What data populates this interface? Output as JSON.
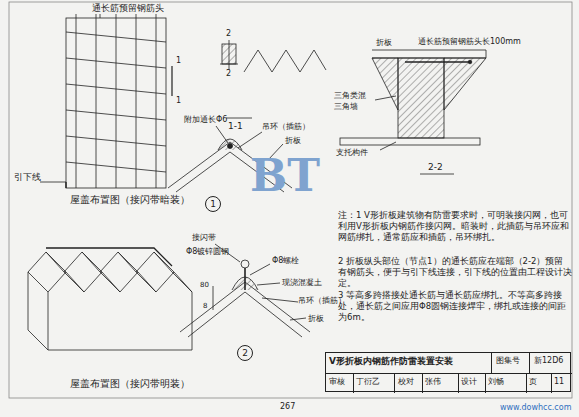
{
  "diagram": {
    "nodes": [
      {
        "text": [
          "V形折板内钢筋作防雷装置安装",
          "图集号",
          "新12D6",
          "审核",
          "丁衍乙",
          "校对",
          "张伟",
          "设计",
          "刘畅",
          "页",
          "11"
        ]
      },
      {
        "text": [
          "1"
        ]
      },
      {
        "text": [
          "2"
        ]
      }
    ],
    "labels": [
      "通长筋预留钢筋头",
      "2",
      "2",
      "1",
      "1",
      "1-1",
      "引下线",
      "屋盖布置图（接闪带暗装）",
      "折板",
      "通长筋预留钢筋头长100mm",
      "三角类混",
      "三角墙",
      "支托构件",
      "2-2",
      "附加通长Φ6",
      "吊环（插筋）",
      "折板",
      "接闪带",
      "Φ8镀锌圆钢",
      "Φ8螺栓",
      "现浇混凝土",
      "80",
      "8",
      "吊环（插筋）",
      "折板",
      "屋盖布置图（接闪带明装）",
      "注：1 V形折板建筑物有防雷要求时，可明装接闪网，也可利用V形折板内钢筋作接闪网。暗装时，此插筋与吊环应和网筋绑扎，通常筋应和插筋，吊环绑扎。",
      "2 折板纵头部位（节点1）的通长筋应在端部（2-2）预留有钢筋头，便于与引下线连接，引下线的位置由工程设计决定。",
      "3 等高多跨搭接处通长筋与通长筋应绑扎。不等高多跨接处，通长筋之间应用Φ8圆钢连接焊牢，绑扎或连接的间距为6m。",
      "267",
      "BT",
      "www.dowhcc.com"
    ]
  }
}
